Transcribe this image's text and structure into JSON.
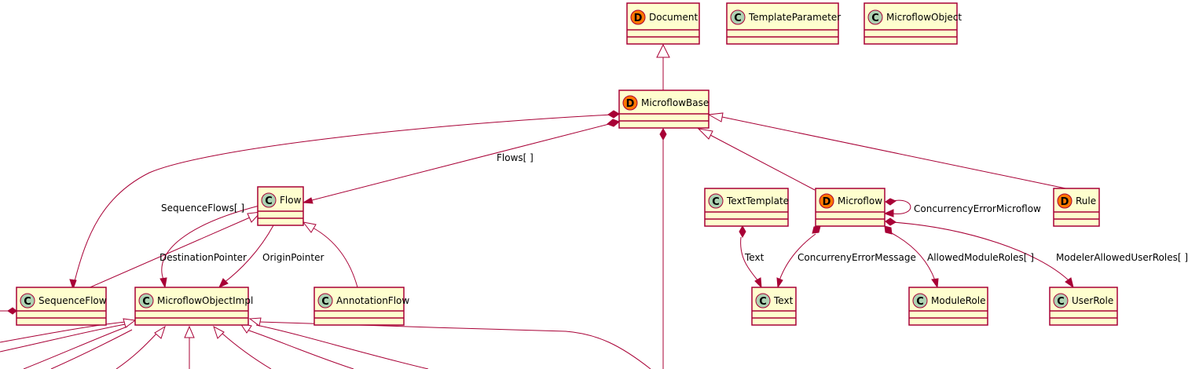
{
  "colors": {
    "class_fill": "#FEFECE",
    "border": "#A80036",
    "stereotype_class": "#ADD1B2",
    "stereotype_document": "#FF7700"
  },
  "classes": {
    "document": {
      "name": "Document",
      "stereotype": "D"
    },
    "template_parameter": {
      "name": "TemplateParameter",
      "stereotype": "C"
    },
    "microflow_object": {
      "name": "MicroflowObject",
      "stereotype": "C"
    },
    "microflow_base": {
      "name": "MicroflowBase",
      "stereotype": "D"
    },
    "flow": {
      "name": "Flow",
      "stereotype": "C"
    },
    "text_template": {
      "name": "TextTemplate",
      "stereotype": "C"
    },
    "microflow": {
      "name": "Microflow",
      "stereotype": "D"
    },
    "rule": {
      "name": "Rule",
      "stereotype": "D"
    },
    "sequence_flow": {
      "name": "SequenceFlow",
      "stereotype": "C"
    },
    "microflow_object_impl": {
      "name": "MicroflowObjectImpl",
      "stereotype": "C"
    },
    "annotation_flow": {
      "name": "AnnotationFlow",
      "stereotype": "C"
    },
    "text": {
      "name": "Text",
      "stereotype": "C"
    },
    "module_role": {
      "name": "ModuleRole",
      "stereotype": "C"
    },
    "user_role": {
      "name": "UserRole",
      "stereotype": "C"
    }
  },
  "relations": {
    "flows": "Flows[ ]",
    "sequence_flows": "SequenceFlows[ ]",
    "destination_pointer": "DestinationPointer",
    "origin_pointer": "OriginPointer",
    "text": "Text",
    "concurrency_error_message": "ConcurrenyErrorMessage",
    "allowed_module_roles": "AllowedModuleRoles[ ]",
    "modeler_allowed_user_roles": "ModelerAllowedUserRoles[ ]",
    "concurrency_error_microflow": "ConcurrencyErrorMicroflow"
  }
}
